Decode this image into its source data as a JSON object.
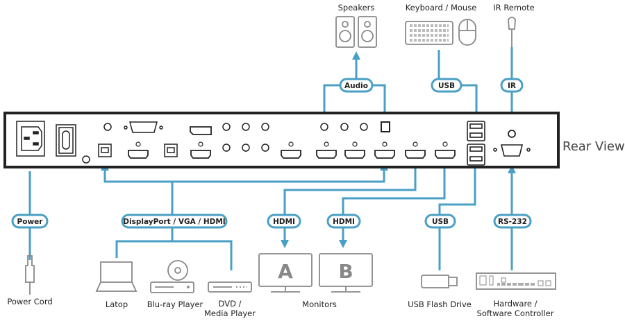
{
  "diagram": {
    "panel_label": "Rear View",
    "colors": {
      "line": "#4a9fc4",
      "panel": "#222222",
      "device": "#888888"
    },
    "connections": [
      {
        "id": "power",
        "label": "Power"
      },
      {
        "id": "dp-vga-hdmi",
        "label": "DisplayPort / VGA / HDMI"
      },
      {
        "id": "hdmi-a",
        "label": "HDMI"
      },
      {
        "id": "hdmi-b",
        "label": "HDMI"
      },
      {
        "id": "usb-bottom",
        "label": "USB"
      },
      {
        "id": "rs232",
        "label": "RS-232"
      },
      {
        "id": "audio",
        "label": "Audio"
      },
      {
        "id": "usb-top",
        "label": "USB"
      },
      {
        "id": "ir",
        "label": "IR"
      }
    ],
    "devices": {
      "speakers": "Speakers",
      "keyboard_mouse": "Keyboard / Mouse",
      "ir_remote": "IR Remote",
      "power_cord": "Power Cord",
      "laptop": "Latop",
      "bluray": "Blu-ray Player",
      "dvd_line1": "DVD /",
      "dvd_line2": "Media Player",
      "monitors": "Monitors",
      "monitor_a": "A",
      "monitor_b": "B",
      "usb_flash": "USB Flash Drive",
      "controller_line1": "Hardware /",
      "controller_line2": "Software Controller"
    }
  }
}
